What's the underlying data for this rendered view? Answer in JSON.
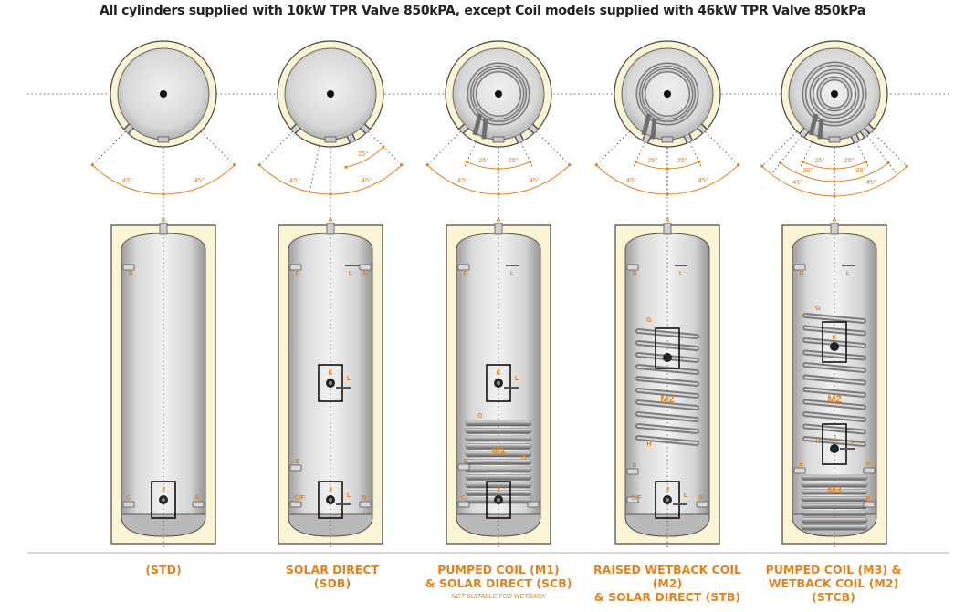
{
  "header": {
    "title": "All cylinders supplied with 10kW TPR Valve 850kPA, except Coil models supplied with 46kW TPR Valve 850kPa"
  },
  "colors": {
    "accent": "#e2821f",
    "jacket": "#fbf5d4",
    "steel": "#d2d2d2",
    "bottom": "#c6c6c6",
    "dark": "#1a1a1a"
  },
  "cylinders": [
    {
      "id": "std",
      "label_line1": "(STD)",
      "label_line2": "",
      "note": "",
      "angles": [
        "45°",
        "45°"
      ],
      "connection_labels": {
        "a": "A",
        "d": "D",
        "j": "J",
        "c": "C",
        "b": "B"
      }
    },
    {
      "id": "sdb",
      "label_line1": "SOLAR DIRECT",
      "label_line2": "(SDB)",
      "note": "",
      "angles": [
        "45°",
        "25°",
        "45°"
      ],
      "connection_labels": {
        "a": "A",
        "d": "D",
        "l": "L",
        "n": "N",
        "k": "K",
        "l2": "L",
        "e": "E",
        "j": "J",
        "cf": "C/F",
        "l3": "L",
        "b": "B"
      }
    },
    {
      "id": "scb",
      "label_line1": "PUMPED COIL (M1)",
      "label_line2": "& SOLAR DIRECT (SCB)",
      "note": "NOT SUITABLE FOR WETBACK",
      "angles": [
        "25°",
        "25°",
        "45°",
        "45°"
      ],
      "coil_label": "M1",
      "connection_labels": {
        "a": "A",
        "d": "D",
        "l": "L",
        "k": "K",
        "l2": "L",
        "g": "G",
        "h": "H",
        "e": "E",
        "j": "J",
        "c": "C",
        "f": "F"
      }
    },
    {
      "id": "stb",
      "label_line1": "RAISED WETBACK COIL (M2)",
      "label_line2": "& SOLAR DIRECT (STB)",
      "note": "",
      "angles": [
        "25°",
        "25°",
        "45°",
        "45°"
      ],
      "coil_label": "M2",
      "connection_labels": {
        "a": "A",
        "d": "D",
        "l": "L",
        "g": "G",
        "k": "K",
        "h": "H",
        "e": "E",
        "cf": "C/F",
        "j": "J",
        "l2": "L",
        "b": "B"
      }
    },
    {
      "id": "stcb",
      "label_line1": "PUMPED COIL (M3) &",
      "label_line2": "WETBACK COIL (M2) (STCB)",
      "note": "",
      "angles": [
        "25°",
        "25°",
        "38°",
        "38°",
        "45°",
        "45°"
      ],
      "coil_label": "M2",
      "coil_label2": "M3",
      "connection_labels": {
        "a": "A",
        "d": "D",
        "l": "L",
        "g": "G",
        "k": "K",
        "l2": "L",
        "h": "H",
        "j": "J",
        "e": "E",
        "f": "F",
        "b": "B"
      }
    }
  ]
}
